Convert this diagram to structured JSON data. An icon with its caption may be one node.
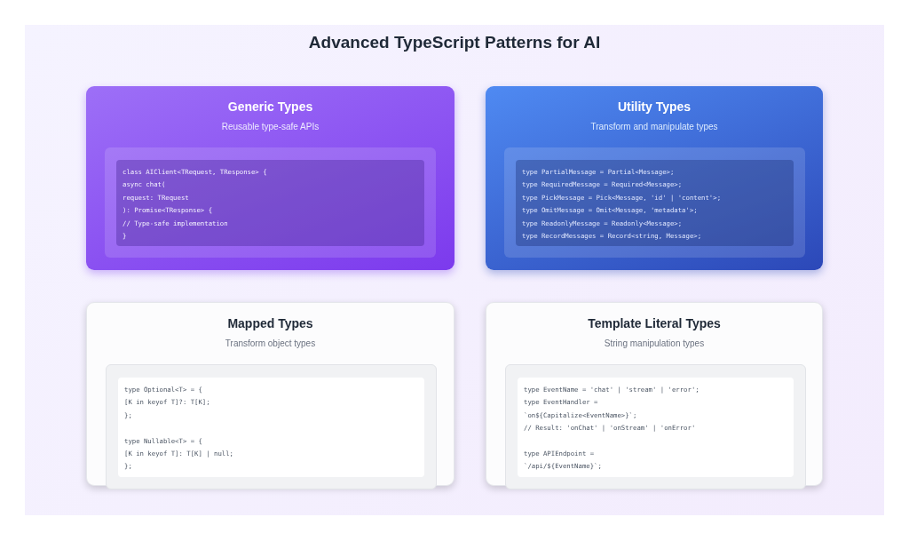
{
  "diagram": {
    "title": "Advanced TypeScript Patterns for AI",
    "nodes": [
      {
        "text": [
          "Generic Types",
          "Reusable type-safe APIs"
        ]
      },
      {
        "text": [
          "class AIClient<TRequest, TResponse> {",
          "async chat(",
          "request: TRequest",
          "): Promise<TResponse> {",
          "// Type-safe implementation",
          "}"
        ],
        "in": 0
      },
      {
        "text": [
          "Utility Types",
          "Transform and manipulate types"
        ]
      },
      {
        "text": [
          "type PartialMessage = Partial<Message>;",
          "type RequiredMessage = Required<Message>;",
          "type PickMessage = Pick<Message, 'id' | 'content'>;",
          "type OmitMessage = Omit<Message, 'metadata'>;",
          "type ReadonlyMessage = Readonly<Message>;",
          "type RecordMessages = Record<string, Message>;"
        ],
        "in": 2
      },
      {
        "text": [
          "Mapped Types",
          "Transform object types"
        ]
      },
      {
        "text": [
          "type Optional<T> = {",
          "[K in keyof T]?: T[K];",
          "};",
          "type Nullable<T> = {",
          "[K in keyof T]: T[K] | null;",
          "};"
        ],
        "in": 4
      },
      {
        "text": [
          "Template Literal Types",
          "String manipulation types"
        ]
      },
      {
        "text": [
          "type EventName = 'chat' | 'stream' | 'error';",
          "type EventHandler =",
          "`on${Capitalize<EventName>}`;",
          "// Result: 'onChat' | 'onStream' | 'onError'",
          "type APIEndpoint =",
          "`/api/${EventName}`;"
        ],
        "in": 6
      }
    ]
  }
}
